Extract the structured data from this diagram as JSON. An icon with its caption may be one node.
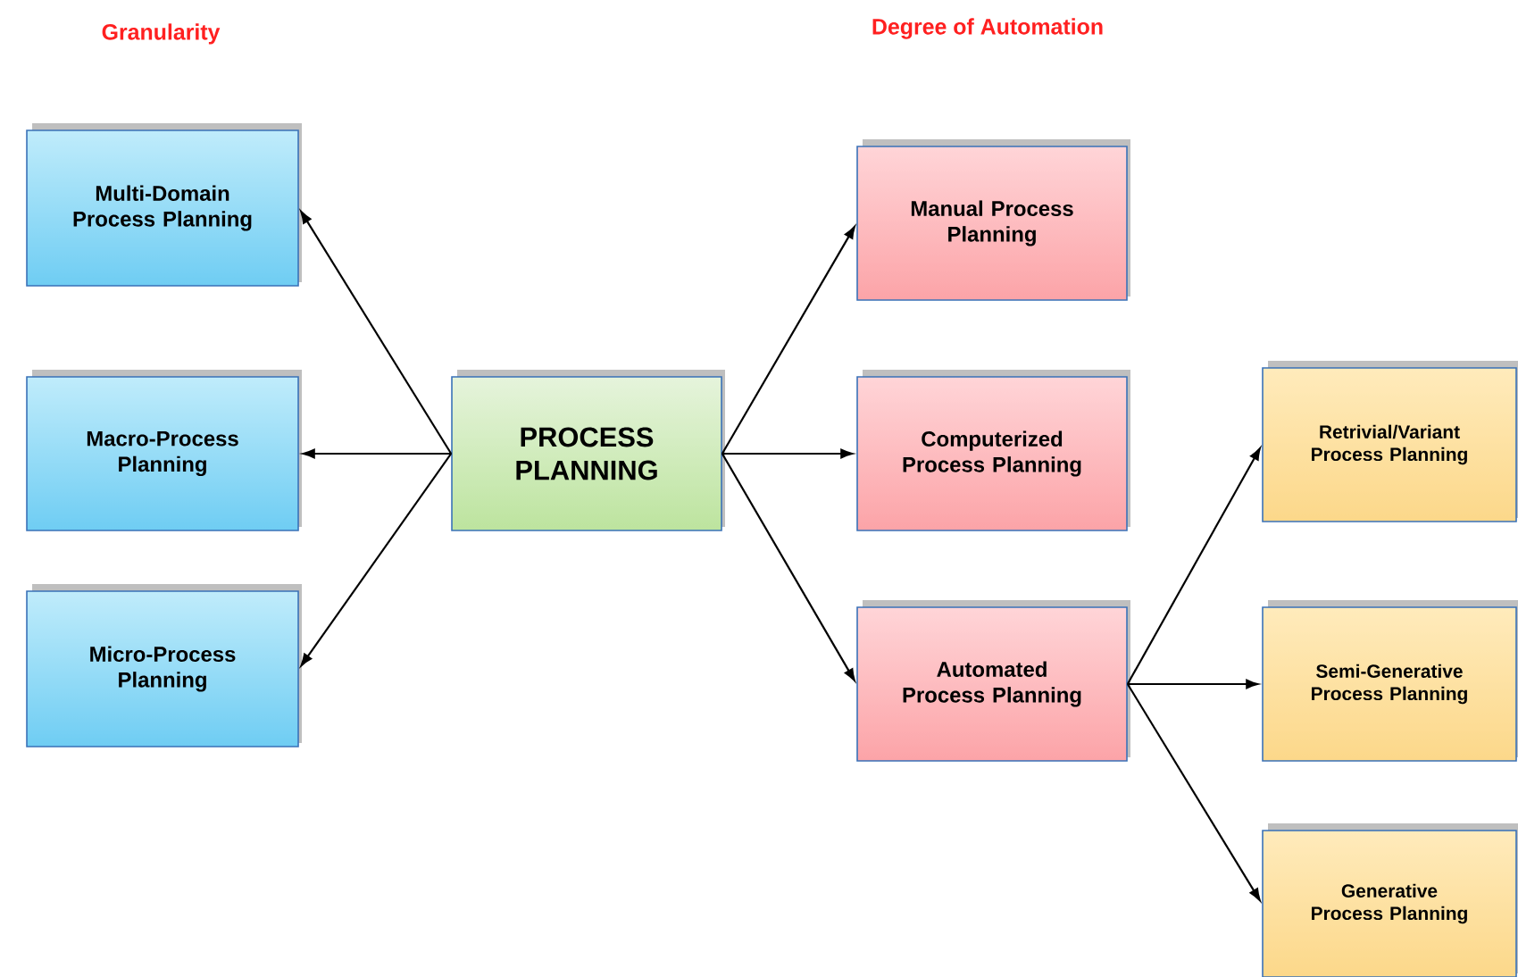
{
  "diagram": {
    "nodes": [
      {
        "text": [
          "Multi-Domain Process Planning"
        ]
      },
      {
        "text": [
          "Macro-Process Planning"
        ]
      },
      {
        "text": [
          "Micro-Process Planning"
        ]
      },
      {
        "text": [
          "PROCESS PLANNING"
        ]
      },
      {
        "text": [
          "Manual Process Planning"
        ]
      },
      {
        "text": [
          "Computerized Process Planning"
        ]
      },
      {
        "text": [
          "Automated Process Planning"
        ]
      },
      {
        "text": [
          "Retrivial/Variant Process Planning"
        ]
      },
      {
        "text": [
          "Semi-Generative Process Planning"
        ]
      },
      {
        "text": [
          "Generative Process Planning"
        ]
      }
    ],
    "edges": [
      {
        "from": 3,
        "to": 0,
        "arrow": "to"
      },
      {
        "from": 3,
        "to": 1,
        "arrow": "to"
      },
      {
        "from": 3,
        "to": 2,
        "arrow": "to"
      },
      {
        "from": 3,
        "to": 4,
        "arrow": "to"
      },
      {
        "from": 3,
        "to": 5,
        "arrow": "to"
      },
      {
        "from": 3,
        "to": 6,
        "arrow": "to"
      },
      {
        "from": 6,
        "to": 7,
        "arrow": "to"
      },
      {
        "from": 6,
        "to": 8,
        "arrow": "to"
      },
      {
        "from": 6,
        "to": 9,
        "arrow": "to"
      }
    ],
    "labels": [
      "Granularity",
      "Degree of Automation"
    ]
  }
}
